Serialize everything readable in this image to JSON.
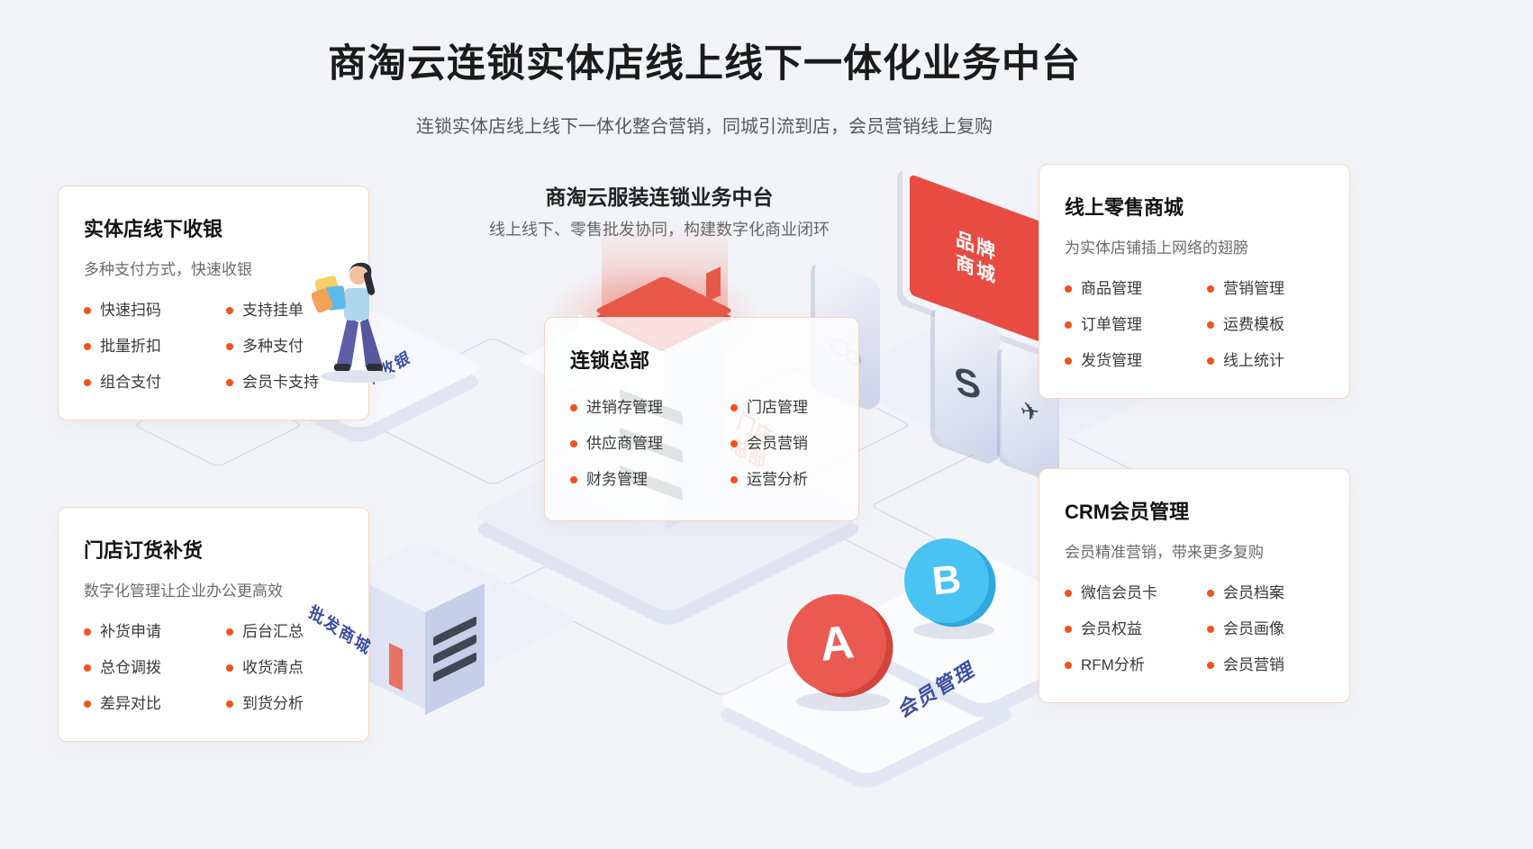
{
  "page": {
    "title": "商淘云连锁实体店线上线下一体化业务中台",
    "subtitle": "连锁实体店线上线下一体化整合营销，同城引流到店，会员营销线上复购"
  },
  "center": {
    "title": "商淘云服装连锁业务中台",
    "subtitle": "线上线下、零售批发协同，构建数字化商业闭环"
  },
  "cards": [
    {
      "title": "实体店线下收银",
      "subtitle": "多种支付方式，快速收银",
      "items": [
        "快速扫码",
        "支持挂单",
        "批量折扣",
        "多种支付",
        "组合支付",
        "会员卡支持"
      ]
    },
    {
      "title": "线上零售商城",
      "subtitle": "为实体店铺插上网络的翅膀",
      "items": [
        "商品管理",
        "营销管理",
        "订单管理",
        "运费模板",
        "发货管理",
        "线上统计"
      ]
    },
    {
      "title": "连锁总部",
      "items": [
        "进销存管理",
        "门店管理",
        "供应商管理",
        "会员营销",
        "财务管理",
        "运营分析"
      ]
    },
    {
      "title": "门店订货补货",
      "subtitle": "数字化管理让企业办公更高效",
      "items": [
        "补货申请",
        "后台汇总",
        "总仓调拨",
        "收货清点",
        "差异对比",
        "到货分析"
      ]
    },
    {
      "title": "CRM会员管理",
      "subtitle": "会员精准营销，带来更多复购",
      "items": [
        "微信会员卡",
        "会员档案",
        "会员权益",
        "会员画像",
        "RFM分析",
        "会员营销"
      ]
    }
  ],
  "illustration": {
    "labels": {
      "offline_cashier": "线下收银",
      "wholesale_mall": "批发商城",
      "member_management": "会员管理",
      "brand_mall": "品牌商城",
      "store_hq": "门店总部"
    },
    "coins": [
      "A",
      "B"
    ],
    "phone_icons": {
      "s": "S",
      "plane": "✈"
    }
  },
  "colors": {
    "background": "#f2f4f8",
    "accent_orange": "#f4511e",
    "card_border": "#f3d7c3",
    "brand_red": "#e84b42",
    "coin_red": "#ea5a50",
    "coin_blue": "#49c3f1",
    "iso_text_blue": "#3c4ea0"
  }
}
